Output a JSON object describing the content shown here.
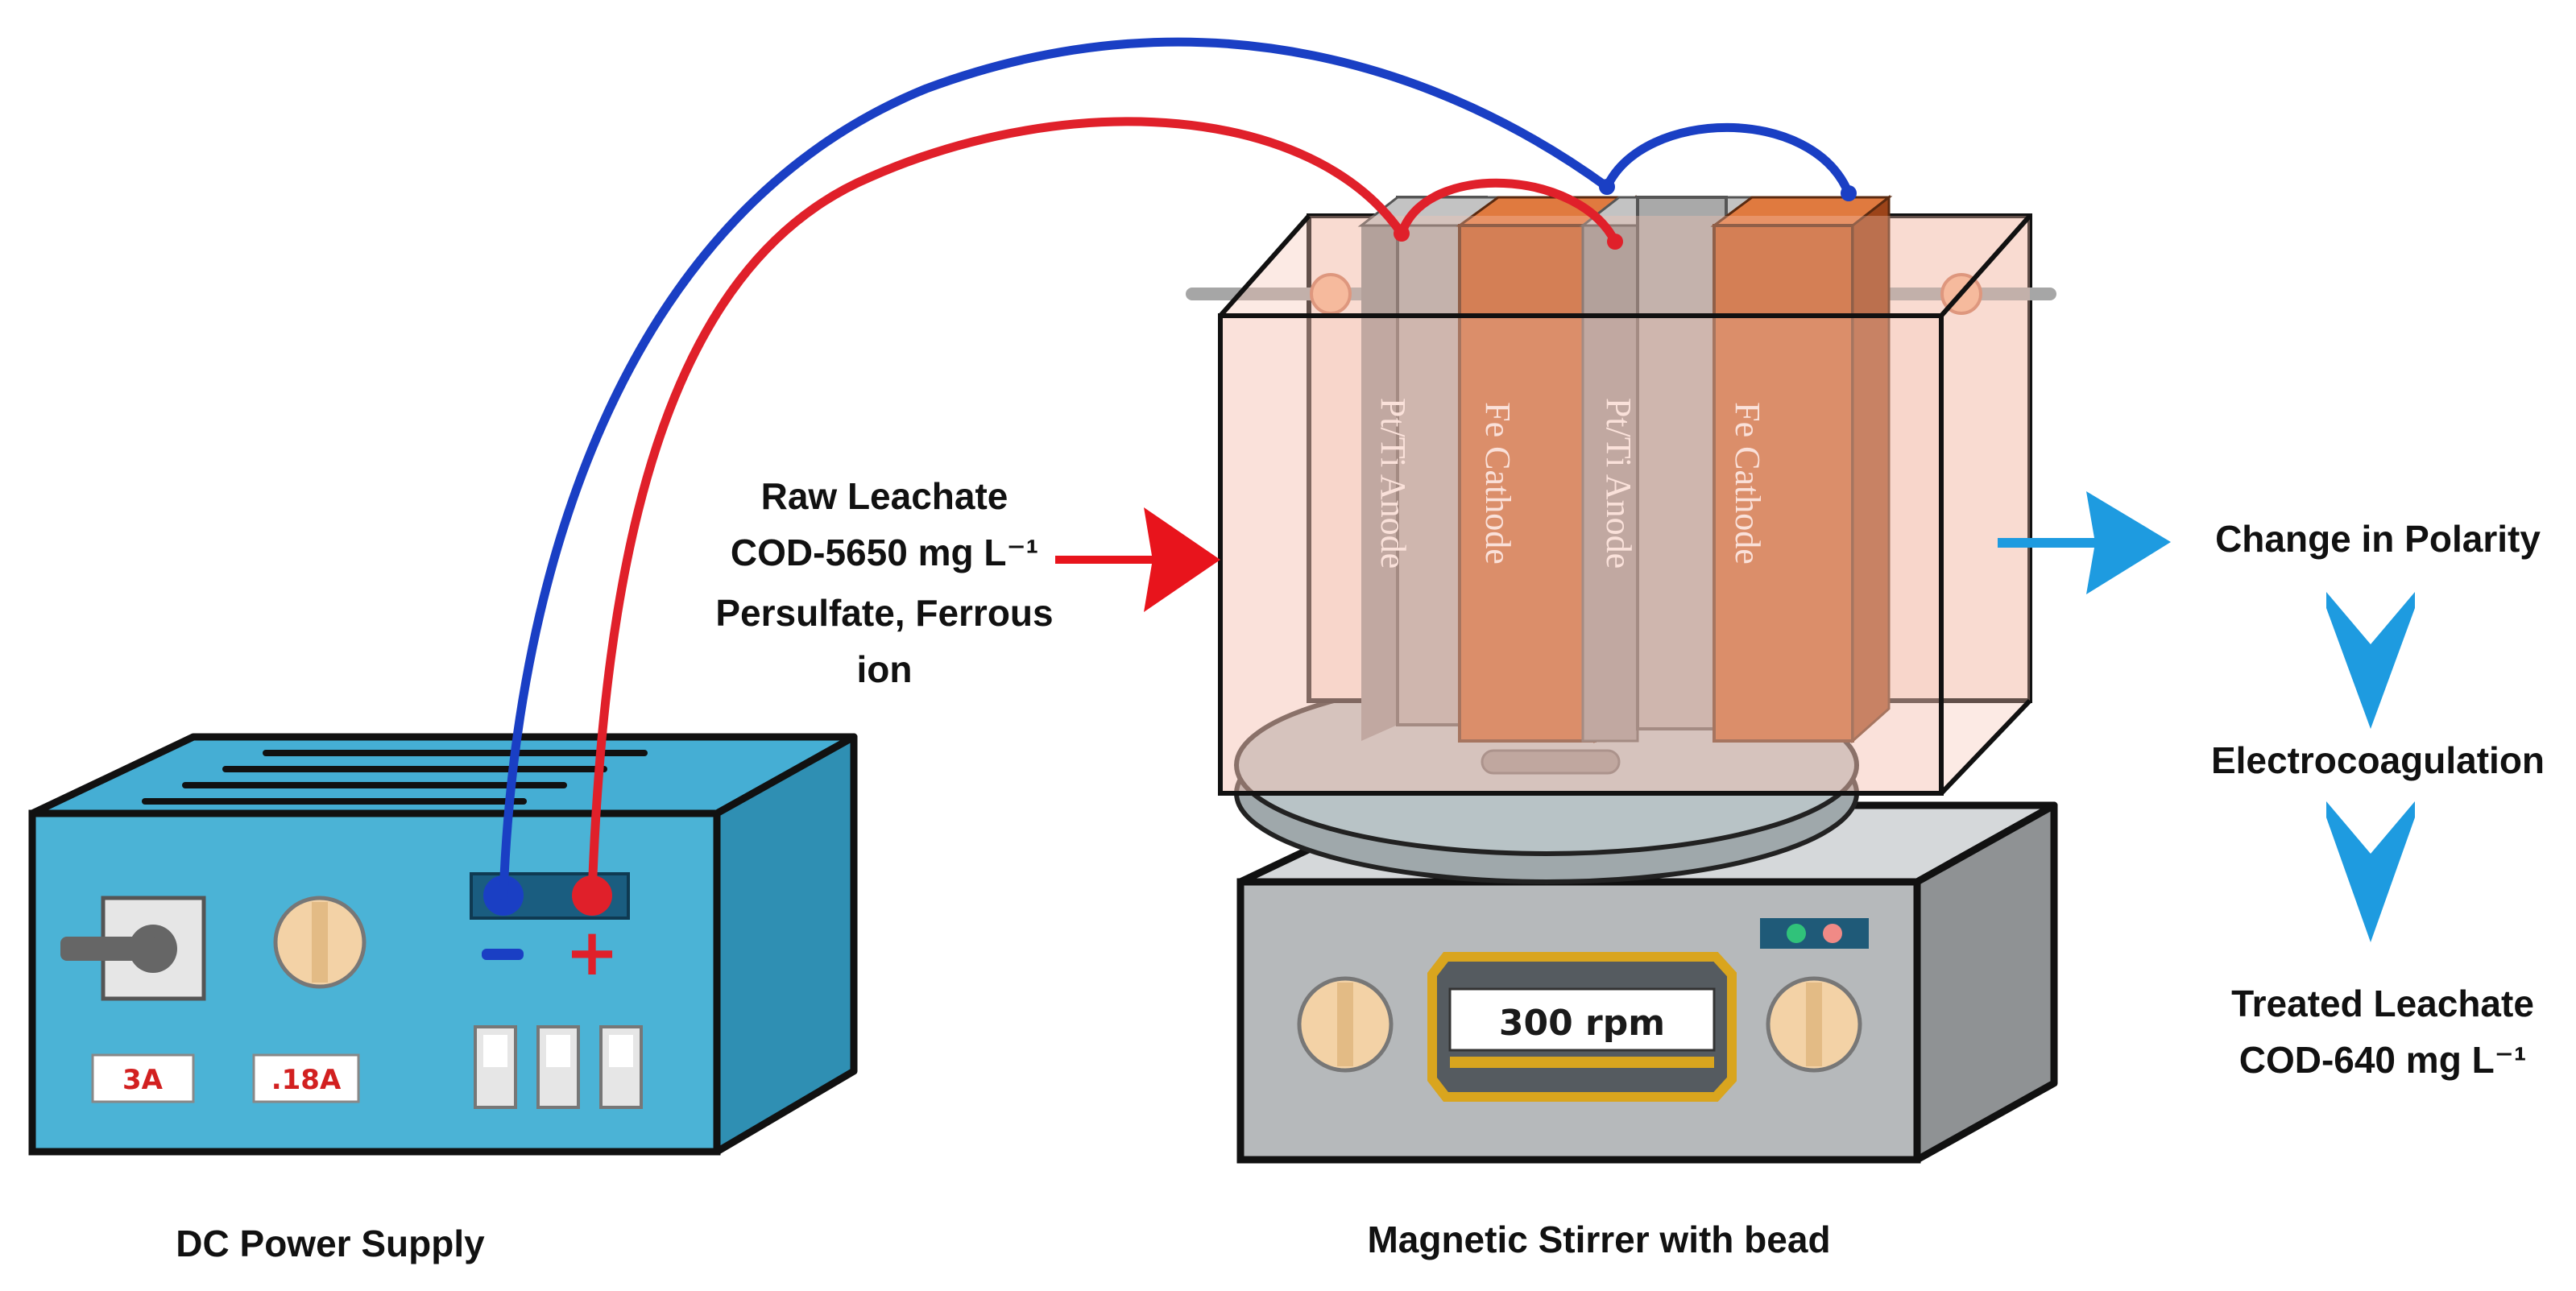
{
  "power_supply": {
    "label": "DC Power Supply",
    "meter_1": "3A",
    "meter_2": ".18A",
    "negative_sign": "−",
    "positive_sign": "+"
  },
  "electrodes": [
    {
      "label": "Pt/Ti Anode",
      "color": "#a9a9a9"
    },
    {
      "label": "Fe Cathode",
      "color": "#c25b24"
    },
    {
      "label": "Pt/Ti Anode",
      "color": "#a9a9a9"
    },
    {
      "label": "Fe Cathode",
      "color": "#c25b24"
    }
  ],
  "inlet": {
    "line_1": "Raw Leachate",
    "line_2": "COD-5650 mg L⁻¹",
    "line_3": "Persulfate, Ferrous",
    "line_4": "ion"
  },
  "stirrer": {
    "label": "Magnetic Stirrer with bead",
    "display": "300 rpm"
  },
  "process": {
    "step_1": "Change in Polarity",
    "step_2": "Electrocoagulation",
    "step_3_line_1": "Treated Leachate",
    "step_3_line_2": "COD-640 mg L⁻¹"
  },
  "colors": {
    "power_body": "#4bb3d6",
    "wire_negative": "#1a3fc4",
    "wire_positive": "#e0202a",
    "inlet_arrow": "#e8141c",
    "outlet_arrow": "#1e9be0"
  }
}
